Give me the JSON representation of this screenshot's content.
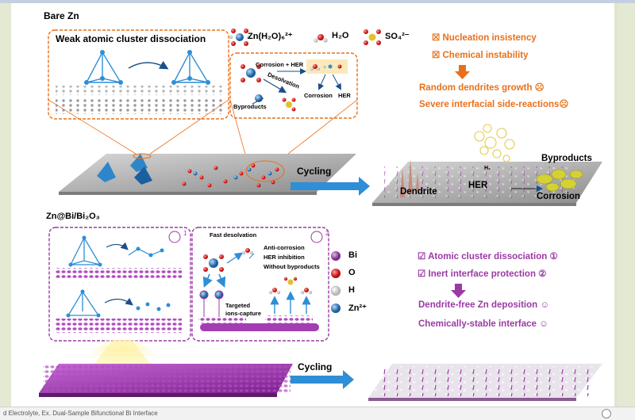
{
  "top": {
    "title": "Bare Zn",
    "cluster_label": "Weak atomic cluster dissociation",
    "legend": [
      "Zn(H₂O)₆²⁺",
      "H₂O",
      "SO₄²⁻"
    ],
    "mech": {
      "corrosion_her": "Corrosion + HER",
      "desolvation": "Desolvation",
      "byproducts": "Byproducts",
      "corrosion": "Corrosion",
      "her": "HER"
    },
    "issues": [
      "☒ Nucleation insistency",
      "☒ Chemical instability"
    ],
    "results": [
      "Random dendrites growth ☹",
      "Severe interfacial side-reactions☹"
    ],
    "cycling": "Cycling",
    "after": {
      "byproducts": "Byproducts",
      "h2": "H₂",
      "dendrite": "Dendrite",
      "her": "HER",
      "corrosion": "Corrosion"
    }
  },
  "bottom": {
    "title": "Zn@Bi/Bi₂O₃",
    "num1": "1",
    "num2": "2",
    "fast_desolvation": "Fast desolvation",
    "benefits": [
      "Anti-corrosion",
      "HER inhibition",
      "Without byproducts"
    ],
    "targeted": [
      "Targeted",
      "ions-capture"
    ],
    "legend": [
      "Bi",
      "O",
      "H",
      "Zn²⁺"
    ],
    "features": [
      "☑ Atomic cluster dissociation ①",
      "☑ Inert interface protection   ②"
    ],
    "results": [
      "Dendrite-free Zn deposition ☺",
      "Chemically-stable interface ☺"
    ],
    "cycling": "Cycling"
  },
  "colors": {
    "orange": "#e9701a",
    "purple": "#9b3aa4",
    "blue": "#2e8ed6",
    "background": "#dfe6cd"
  },
  "status_text": "d Electrolyte, Ex. Dual-Sample Bifunctional Bi Interface"
}
